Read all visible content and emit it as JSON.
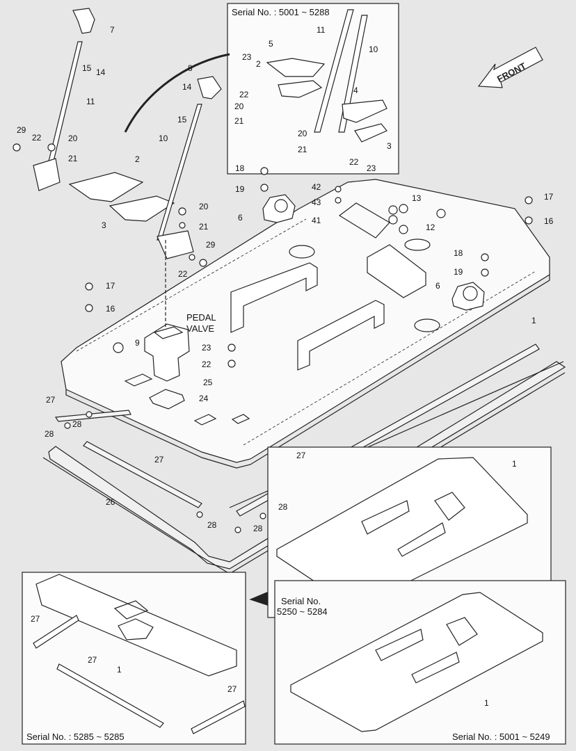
{
  "insets": {
    "top": "Serial No. : 5001 ~ 5288",
    "mid_line1": "Serial No.",
    "mid_line2": "5250 ~ 5284",
    "bottom_left": "Serial No. : 5285 ~ 5285",
    "bottom_right": "Serial No. : 5001 ~ 5249"
  },
  "front_label": "FRONT",
  "pedal_valve": {
    "line1": "PEDAL",
    "line2": "VALVE"
  },
  "callouts": {
    "c1": "1",
    "c2": "2",
    "c3": "3",
    "c4": "4",
    "c5": "5",
    "c6": "6",
    "c7": "7",
    "c8": "8",
    "c9": "9",
    "c10": "10",
    "c11": "11",
    "c12": "12",
    "c13": "13",
    "c14": "14",
    "c15": "15",
    "c16": "16",
    "c17": "17",
    "c18": "18",
    "c19": "19",
    "c20": "20",
    "c21": "21",
    "c22": "22",
    "c23": "23",
    "c24": "24",
    "c25": "25",
    "c26": "26",
    "c27": "27",
    "c28": "28",
    "c29": "29",
    "c41": "41",
    "c42": "42",
    "c43": "43"
  }
}
